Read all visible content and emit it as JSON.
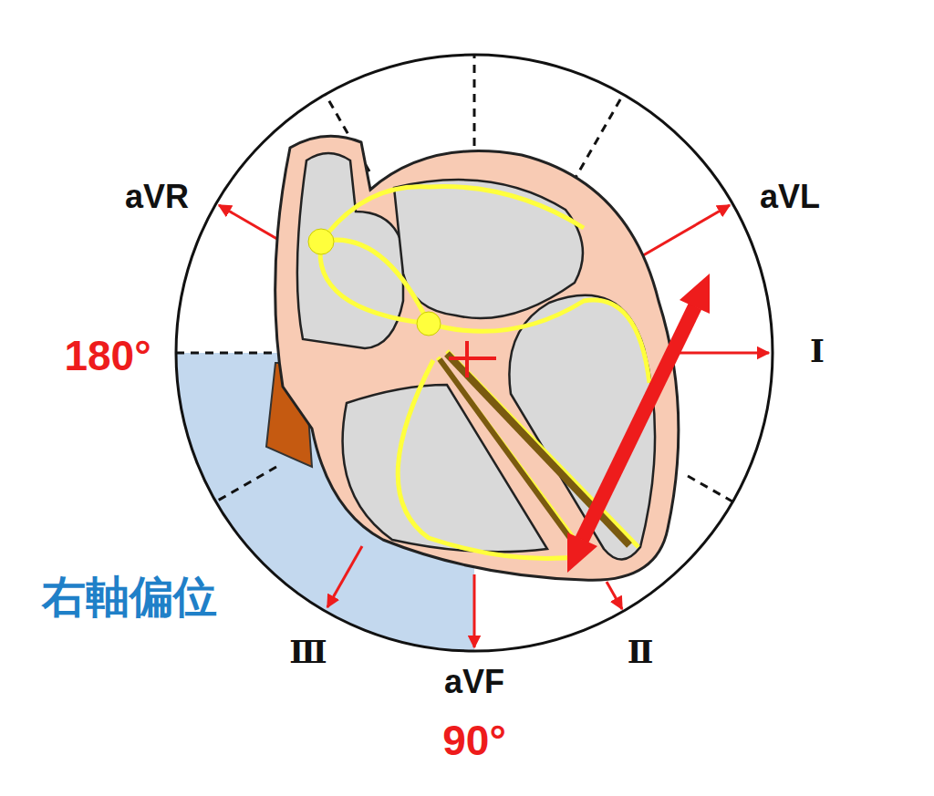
{
  "diagram": {
    "labels": [
      "aVR",
      "aVL",
      "Ⅰ",
      "180°",
      "右軸偏位",
      "Ⅲ",
      "aVF",
      "Ⅱ",
      "90°"
    ]
  }
}
